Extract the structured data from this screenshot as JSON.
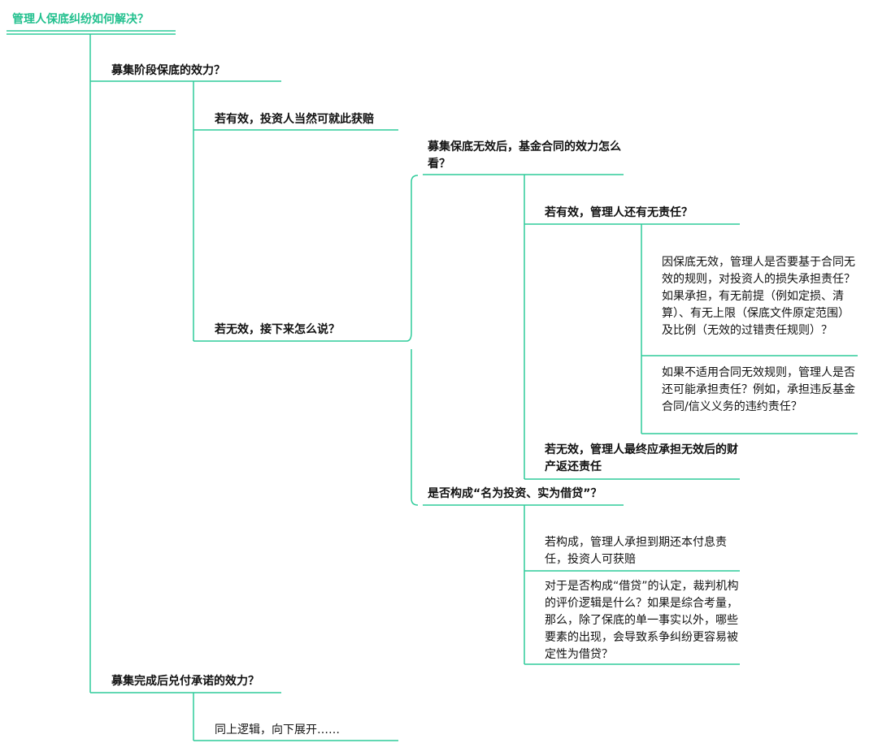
{
  "accent_color": "#2ecc9a",
  "text_color": "#111111",
  "root": {
    "label": "管理人保底纠纷如何解决？"
  },
  "level1": {
    "raise_stage": "募集阶段保底的效力？",
    "after_raise": "募集完成后兑付承诺的效力？"
  },
  "level2": {
    "if_valid": "若有效，投资人当然可就此获赔",
    "if_invalid": "若无效，接下来怎么说？",
    "same_logic": "同上逻辑，向下展开……"
  },
  "level3": {
    "fund_contract": "募集保底无效后，基金合同的效力怎么看？",
    "loan_question": "是否构成“名为投资、实为借贷”？"
  },
  "level4": {
    "contract_valid": "若有效，管理人还有无责任？",
    "contract_invalid": "若无效，管理人最终应承担无效后的财产返还责任",
    "loan_yes": "若构成，管理人承担到期还本付息责任，投资人可获赔",
    "loan_logic": "对于是否构成“借贷”的认定，裁判机构的评价逻辑是什么？如果是综合考量，那么，除了保底的单一事实以外，哪些要素的出现，会导致系争纠纷更容易被定性为借贷？"
  },
  "level5": {
    "invalid_rule": "因保底无效，管理人是否要基于合同无效的规则，对投资人的损失承担责任？如果承担，有无前提（例如定损、清算）、有无上限（保底文件原定范围）及比例（无效的过错责任规则）？",
    "not_applicable": "如果不适用合同无效规则，管理人是否还可能承担责任？例如，承担违反基金合同/信义义务的违约责任？"
  }
}
